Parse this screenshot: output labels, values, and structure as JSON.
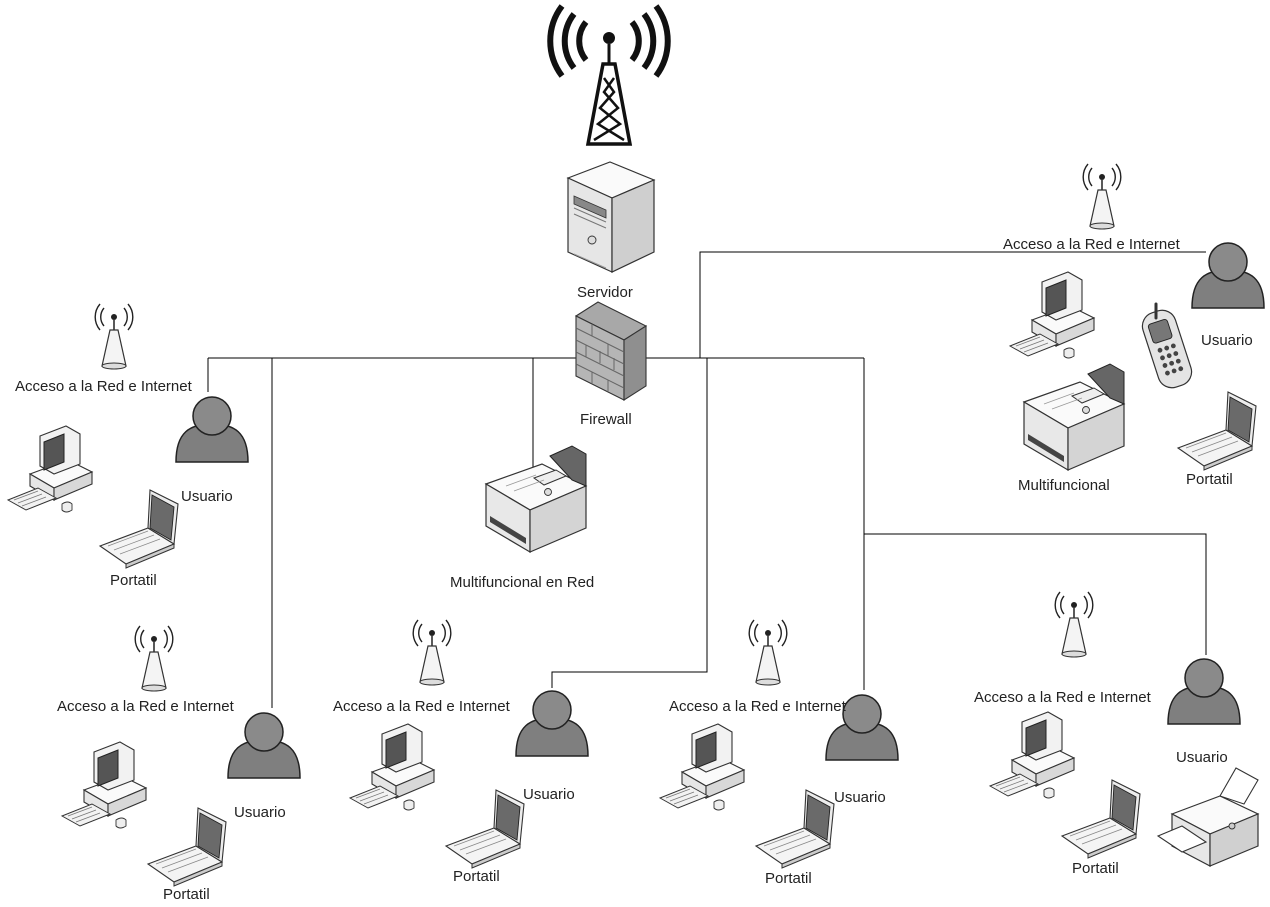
{
  "labels": {
    "server": "Servidor",
    "firewall": "Firewall",
    "network_printer": "Multifuncional en Red",
    "access": "Acceso a la Red e Internet",
    "user": "Usuario",
    "laptop": "Portatil",
    "multifunction": "Multifuncional"
  },
  "icons": [
    "radio-tower-icon",
    "server-icon",
    "firewall-icon",
    "printer-icon",
    "wireless-ap-icon",
    "user-icon",
    "desktop-pc-icon",
    "laptop-icon",
    "mobile-phone-icon",
    "small-printer-icon"
  ],
  "colors": {
    "line": "#000000",
    "user_fill": "#808080",
    "device_fill": "#f2f2f2"
  }
}
